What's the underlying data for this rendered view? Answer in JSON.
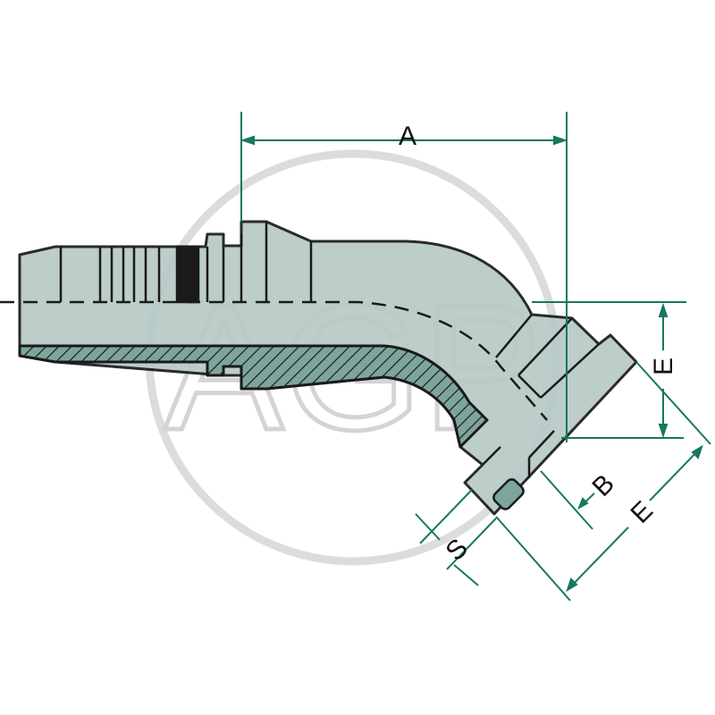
{
  "watermark": {
    "text": "AGP",
    "color": "#d6d6d6"
  },
  "colors": {
    "body": "#b7cac7",
    "hatch": "#7ea59d",
    "outline": "#1a1a1a",
    "dimension": "#17775f"
  },
  "dimensions": {
    "a": "A",
    "e_vertical": "E",
    "e_diagonal": "E",
    "b": "B",
    "s": "S"
  }
}
